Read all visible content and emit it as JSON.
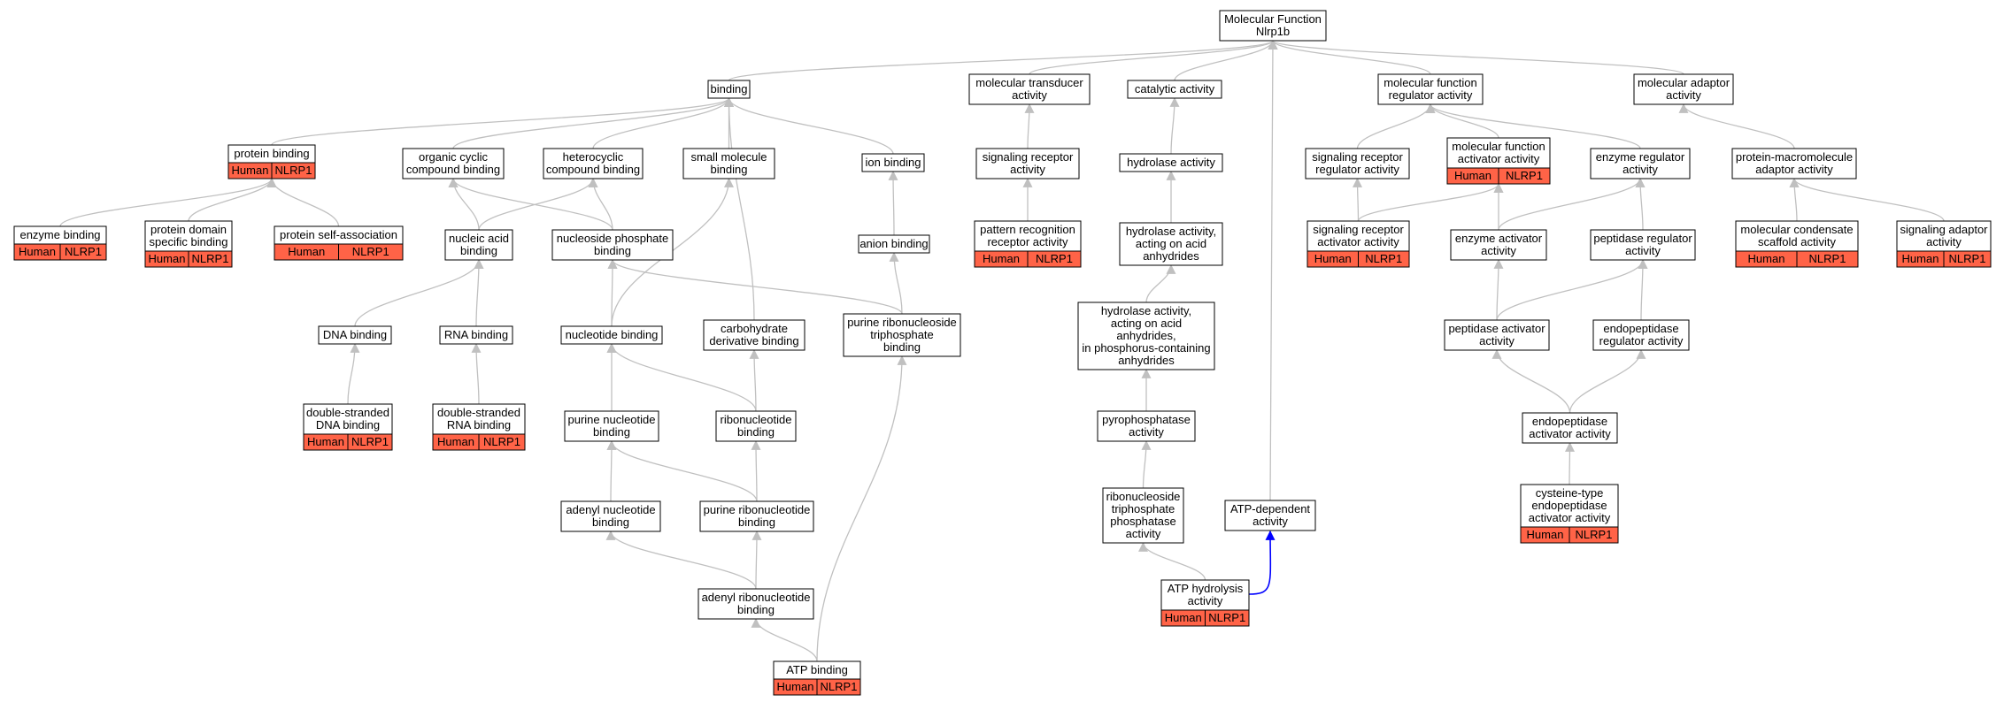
{
  "title": {
    "line1": "Molecular Function",
    "line2": "Nlrp1b"
  },
  "colors": {
    "annotation": "#ff6347",
    "edge": "#c0c0c0",
    "highlight_edge": "#0000ff",
    "border": "#000000"
  },
  "nodes": {
    "mf": {
      "lines": [
        "Molecular Function",
        "Nlrp1b"
      ]
    },
    "binding": {
      "lines": [
        "binding"
      ]
    },
    "mol_transducer": {
      "lines": [
        "molecular transducer",
        "activity"
      ]
    },
    "catalytic": {
      "lines": [
        "catalytic activity"
      ]
    },
    "mf_regulator": {
      "lines": [
        "molecular function",
        "regulator activity"
      ]
    },
    "mol_adaptor": {
      "lines": [
        "molecular adaptor",
        "activity"
      ]
    },
    "protein_binding": {
      "lines": [
        "protein binding"
      ],
      "tags": [
        "Human",
        "NLRP1"
      ]
    },
    "org_cyclic": {
      "lines": [
        "organic cyclic",
        "compound binding"
      ]
    },
    "heterocyclic": {
      "lines": [
        "heterocyclic",
        "compound binding"
      ]
    },
    "small_mol": {
      "lines": [
        "small molecule",
        "binding"
      ]
    },
    "ion_binding": {
      "lines": [
        "ion binding"
      ]
    },
    "sig_receptor": {
      "lines": [
        "signaling receptor",
        "activity"
      ]
    },
    "hydrolase": {
      "lines": [
        "hydrolase activity"
      ]
    },
    "sig_rec_reg": {
      "lines": [
        "signaling receptor",
        "regulator activity"
      ]
    },
    "mf_activator": {
      "lines": [
        "molecular function",
        "activator activity"
      ],
      "tags": [
        "Human",
        "NLRP1"
      ]
    },
    "enz_regulator": {
      "lines": [
        "enzyme regulator",
        "activity"
      ]
    },
    "pm_adaptor": {
      "lines": [
        "protein-macromolecule",
        "adaptor activity"
      ]
    },
    "enzyme_binding": {
      "lines": [
        "enzyme binding"
      ],
      "tags": [
        "Human",
        "NLRP1"
      ]
    },
    "prot_domain": {
      "lines": [
        "protein domain",
        "specific binding"
      ],
      "tags": [
        "Human",
        "NLRP1"
      ]
    },
    "prot_self": {
      "lines": [
        "protein self-association"
      ],
      "tags": [
        "Human",
        "NLRP1"
      ]
    },
    "nucleic_acid": {
      "lines": [
        "nucleic acid",
        "binding"
      ]
    },
    "nucleoside_phos": {
      "lines": [
        "nucleoside phosphate",
        "binding"
      ]
    },
    "anion": {
      "lines": [
        "anion binding"
      ]
    },
    "pattern_rec": {
      "lines": [
        "pattern recognition",
        "receptor activity"
      ],
      "tags": [
        "Human",
        "NLRP1"
      ]
    },
    "hyd_acid_anh": {
      "lines": [
        "hydrolase activity,",
        "acting on acid",
        "anhydrides"
      ]
    },
    "sig_rec_act": {
      "lines": [
        "signaling receptor",
        "activator activity"
      ],
      "tags": [
        "Human",
        "NLRP1"
      ]
    },
    "enz_activator": {
      "lines": [
        "enzyme activator",
        "activity"
      ]
    },
    "pep_regulator": {
      "lines": [
        "peptidase regulator",
        "activity"
      ]
    },
    "mol_condensate": {
      "lines": [
        "molecular condensate",
        "scaffold activity"
      ],
      "tags": [
        "Human",
        "NLRP1"
      ]
    },
    "sig_adaptor": {
      "lines": [
        "signaling adaptor",
        "activity"
      ],
      "tags": [
        "Human",
        "NLRP1"
      ]
    },
    "dna": {
      "lines": [
        "DNA binding"
      ]
    },
    "rna": {
      "lines": [
        "RNA binding"
      ]
    },
    "nucleotide": {
      "lines": [
        "nucleotide binding"
      ]
    },
    "carb_deriv": {
      "lines": [
        "carbohydrate",
        "derivative binding"
      ]
    },
    "pur_ribonucleoside_tp": {
      "lines": [
        "purine ribonucleoside",
        "triphosphate",
        "binding"
      ]
    },
    "hyd_phos_anh": {
      "lines": [
        "hydrolase activity,",
        "acting on acid",
        "anhydrides,",
        "in phosphorus-containing",
        "anhydrides"
      ]
    },
    "pep_activator": {
      "lines": [
        "peptidase activator",
        "activity"
      ]
    },
    "endopep_reg": {
      "lines": [
        "endopeptidase",
        "regulator activity"
      ]
    },
    "ds_dna": {
      "lines": [
        "double-stranded",
        "DNA binding"
      ],
      "tags": [
        "Human",
        "NLRP1"
      ]
    },
    "ds_rna": {
      "lines": [
        "double-stranded",
        "RNA binding"
      ],
      "tags": [
        "Human",
        "NLRP1"
      ]
    },
    "purine_nt": {
      "lines": [
        "purine nucleotide",
        "binding"
      ]
    },
    "ribonucleotide": {
      "lines": [
        "ribonucleotide",
        "binding"
      ]
    },
    "pyrophosphatase": {
      "lines": [
        "pyrophosphatase",
        "activity"
      ]
    },
    "endopep_act": {
      "lines": [
        "endopeptidase",
        "activator activity"
      ]
    },
    "adenyl_nt": {
      "lines": [
        "adenyl nucleotide",
        "binding"
      ]
    },
    "pur_ribonucleotide": {
      "lines": [
        "purine ribonucleotide",
        "binding"
      ]
    },
    "rntp_phosphatase": {
      "lines": [
        "ribonucleoside",
        "triphosphate",
        "phosphatase",
        "activity"
      ]
    },
    "atp_dependent": {
      "lines": [
        "ATP-dependent",
        "activity"
      ]
    },
    "cys_endopep": {
      "lines": [
        "cysteine-type",
        "endopeptidase",
        "activator activity"
      ],
      "tags": [
        "Human",
        "NLRP1"
      ]
    },
    "adenyl_ribonucleotide": {
      "lines": [
        "adenyl ribonucleotide",
        "binding"
      ]
    },
    "atp_hydrolysis": {
      "lines": [
        "ATP hydrolysis",
        "activity"
      ],
      "tags": [
        "Human",
        "NLRP1"
      ]
    },
    "atp_binding": {
      "lines": [
        "ATP binding"
      ],
      "tags": [
        "Human",
        "NLRP1"
      ]
    }
  }
}
